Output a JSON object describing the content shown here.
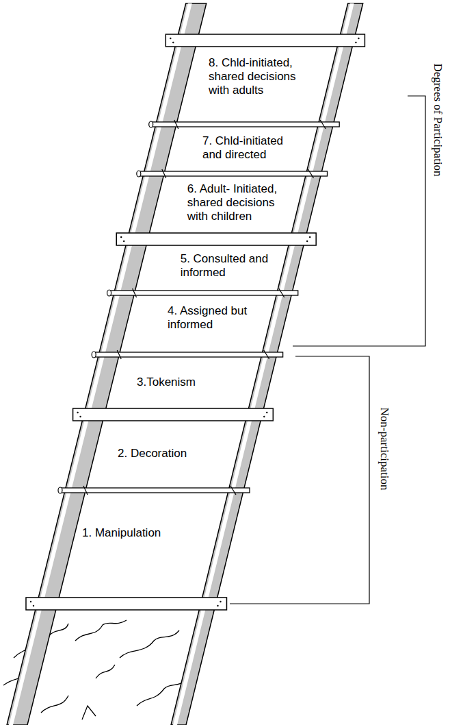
{
  "diagram": {
    "labels": [
      "8. Chld-initiated, shared decisions with adults",
      "7. Chld-initiated and directed",
      "6. Adult- Initiated, shared decisions with children",
      "5. Consulted and informed",
      "4. Assigned but informed",
      "3.Tokenism",
      "2. Decoration",
      "1. Manipulation",
      "Degrees of Participation",
      "Non-participation"
    ]
  }
}
